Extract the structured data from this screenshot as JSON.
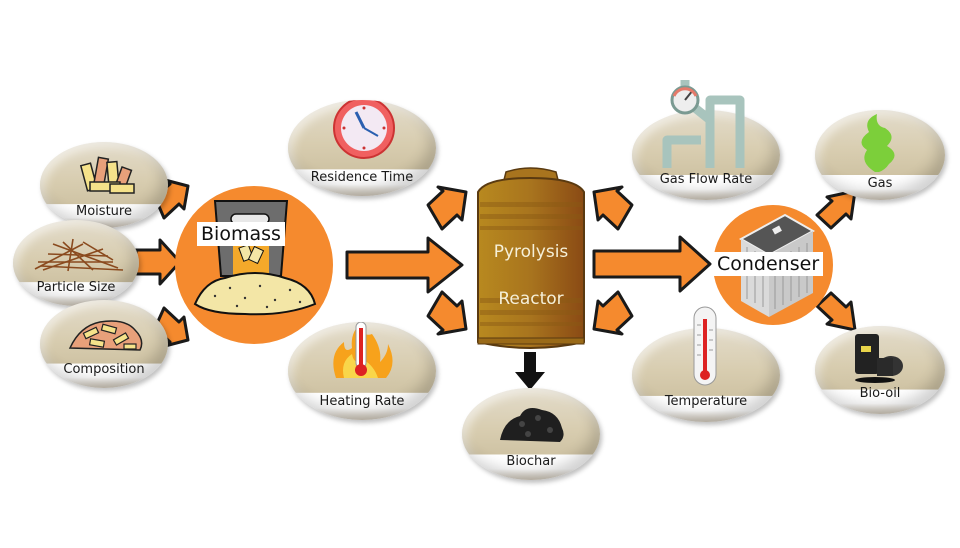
{
  "title": "Biomass Pyrolysis Process Parameters",
  "hubs": {
    "biomass": "Biomass",
    "reactor_line1": "Pyrolysis",
    "reactor_line2": "Reactor",
    "condenser": "Condenser"
  },
  "inputs": {
    "moisture": "Moisture",
    "particle_size": "Particle Size",
    "composition": "Composition"
  },
  "parameters": {
    "residence_time": "Residence Time",
    "heating_rate": "Heating Rate",
    "gas_flow_rate": "Gas Flow Rate",
    "temperature": "Temperature"
  },
  "products": {
    "biochar": "Biochar",
    "gas": "Gas",
    "bio_oil": "Bio-oil"
  },
  "colors": {
    "arrow": "#f58a2e",
    "hub": "#f58a2e",
    "reactor": "#a8741e",
    "outline": "#1a1a1a"
  },
  "icons": {
    "moisture": "pellets-icon",
    "particle_size": "straw-icon",
    "composition": "chips-icon",
    "residence_time": "clock-icon",
    "heating_rate": "thermometer-fire-icon",
    "gas_flow_rate": "pipe-gauge-icon",
    "temperature": "thermometer-icon",
    "biochar": "char-pile-icon",
    "gas": "smoke-icon",
    "bio_oil": "barrel-icon",
    "biomass": "sack-icon",
    "condenser": "condenser-unit-icon"
  }
}
